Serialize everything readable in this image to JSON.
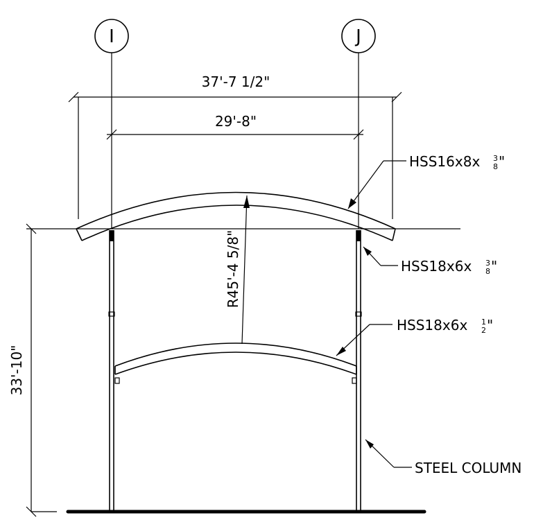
{
  "grid_lines": [
    {
      "label": "I"
    },
    {
      "label": "J"
    }
  ],
  "dimensions": {
    "overall_width": "37'-7 1/2\"",
    "column_spacing": "29'-8\"",
    "height": "33'-10\"",
    "radius": "R45'-4 5/8\""
  },
  "callouts": {
    "upper_arch": {
      "prefix": "HSS16x8x",
      "frac_num": "3",
      "frac_den": "8",
      "suffix": "\""
    },
    "knee_member": {
      "prefix": "HSS18x6x",
      "frac_num": "3",
      "frac_den": "8",
      "suffix": "\""
    },
    "lower_arch": {
      "prefix": "HSS18x6x",
      "frac_num": "1",
      "frac_den": "2",
      "suffix": "\""
    },
    "column": {
      "label": "STEEL COLUMN"
    }
  }
}
